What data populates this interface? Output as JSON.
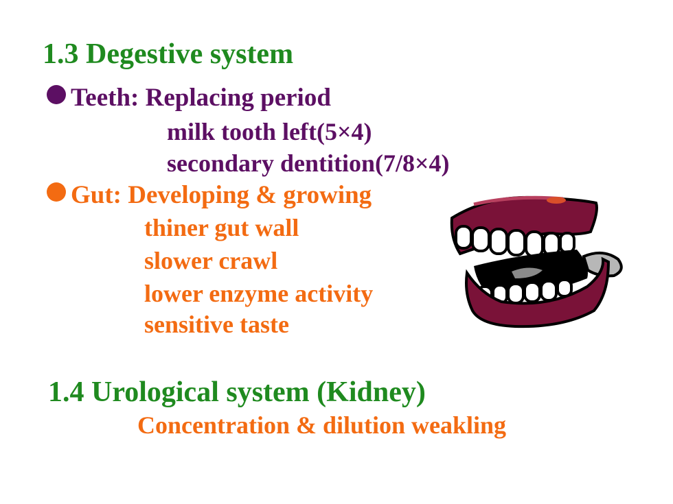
{
  "section1": {
    "title": "1.3 Degestive system"
  },
  "teeth": {
    "heading": "Teeth: Replacing period",
    "lines": [
      "milk tooth left(5×4)",
      "secondary dentition(7/8×4)"
    ]
  },
  "gut": {
    "heading": "Gut: Developing & growing",
    "lines": [
      "thiner gut wall",
      "slower crawl",
      "lower enzyme activity",
      "sensitive taste"
    ]
  },
  "section2": {
    "title": "1.4 Urological system (Kidney)",
    "line": "Concentration & dilution weakling"
  },
  "colors": {
    "green": "#1f8a1f",
    "purple": "#5c0f63",
    "orange": "#f36b12",
    "gum": "#7a1238"
  },
  "icons": {
    "illustration": "chattering-teeth-icon"
  }
}
